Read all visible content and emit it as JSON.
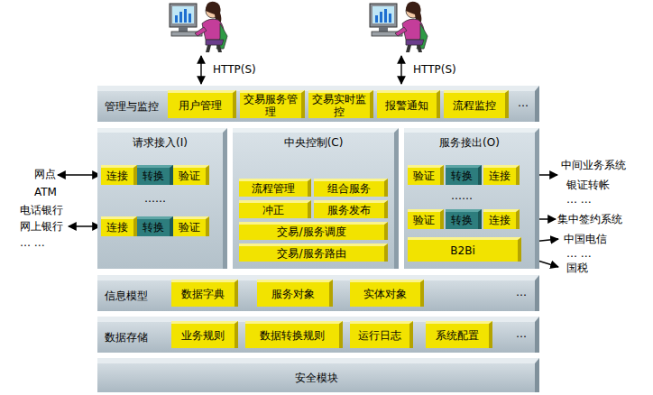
{
  "diagram": {
    "nodes": [
      {
        "text": [
          "管理与监控"
        ]
      },
      {
        "text": [
          "用户管理"
        ],
        "in": 0
      },
      {
        "text": [
          "交易服务管理"
        ],
        "in": 0
      },
      {
        "text": [
          "交易实时监控"
        ],
        "in": 0
      },
      {
        "text": [
          "报警通知"
        ],
        "in": 0
      },
      {
        "text": [
          "流程监控"
        ],
        "in": 0
      },
      {
        "text": [
          "请求接入(I)"
        ]
      },
      {
        "text": [
          "连接"
        ],
        "in": 6
      },
      {
        "text": [
          "转换"
        ],
        "in": 6
      },
      {
        "text": [
          "验证"
        ],
        "in": 6
      },
      {
        "text": [
          "连接"
        ],
        "in": 6
      },
      {
        "text": [
          "转换"
        ],
        "in": 6
      },
      {
        "text": [
          "验证"
        ],
        "in": 6
      },
      {
        "text": [
          "中央控制(C)"
        ]
      },
      {
        "text": [
          "流程管理"
        ],
        "in": 13
      },
      {
        "text": [
          "组合服务"
        ],
        "in": 13
      },
      {
        "text": [
          "冲正"
        ],
        "in": 13
      },
      {
        "text": [
          "服务发布"
        ],
        "in": 13
      },
      {
        "text": [
          "交易/服务调度"
        ],
        "in": 13
      },
      {
        "text": [
          "交易/服务路由"
        ],
        "in": 13
      },
      {
        "text": [
          "服务接出(O)"
        ]
      },
      {
        "text": [
          "验证"
        ],
        "in": 20
      },
      {
        "text": [
          "转换"
        ],
        "in": 20
      },
      {
        "text": [
          "连接"
        ],
        "in": 20
      },
      {
        "text": [
          "验证"
        ],
        "in": 20
      },
      {
        "text": [
          "转换"
        ],
        "in": 20
      },
      {
        "text": [
          "连接"
        ],
        "in": 20
      },
      {
        "text": [
          "B2Bi"
        ],
        "in": 20
      },
      {
        "text": [
          "信息模型"
        ]
      },
      {
        "text": [
          "数据字典"
        ],
        "in": 28
      },
      {
        "text": [
          "服务对象"
        ],
        "in": 28
      },
      {
        "text": [
          "实体对象"
        ],
        "in": 28
      },
      {
        "text": [
          "数据存储"
        ]
      },
      {
        "text": [
          "业务规则"
        ],
        "in": 32
      },
      {
        "text": [
          "数据转换规则"
        ],
        "in": 32
      },
      {
        "text": [
          "运行日志"
        ],
        "in": 32
      },
      {
        "text": [
          "系统配置"
        ],
        "in": 32
      },
      {
        "text": [
          "安全模块"
        ]
      }
    ],
    "labels": [
      "HTTP(S)",
      "HTTP(S)",
      "…",
      "……",
      "……",
      "…",
      "…",
      "网点",
      "ATM",
      "电话银行",
      "网上银行",
      "… …",
      "中间业务系统",
      "银证转帐",
      "… …",
      "集中签约系统",
      "中国电信",
      "… …",
      "国税"
    ]
  }
}
